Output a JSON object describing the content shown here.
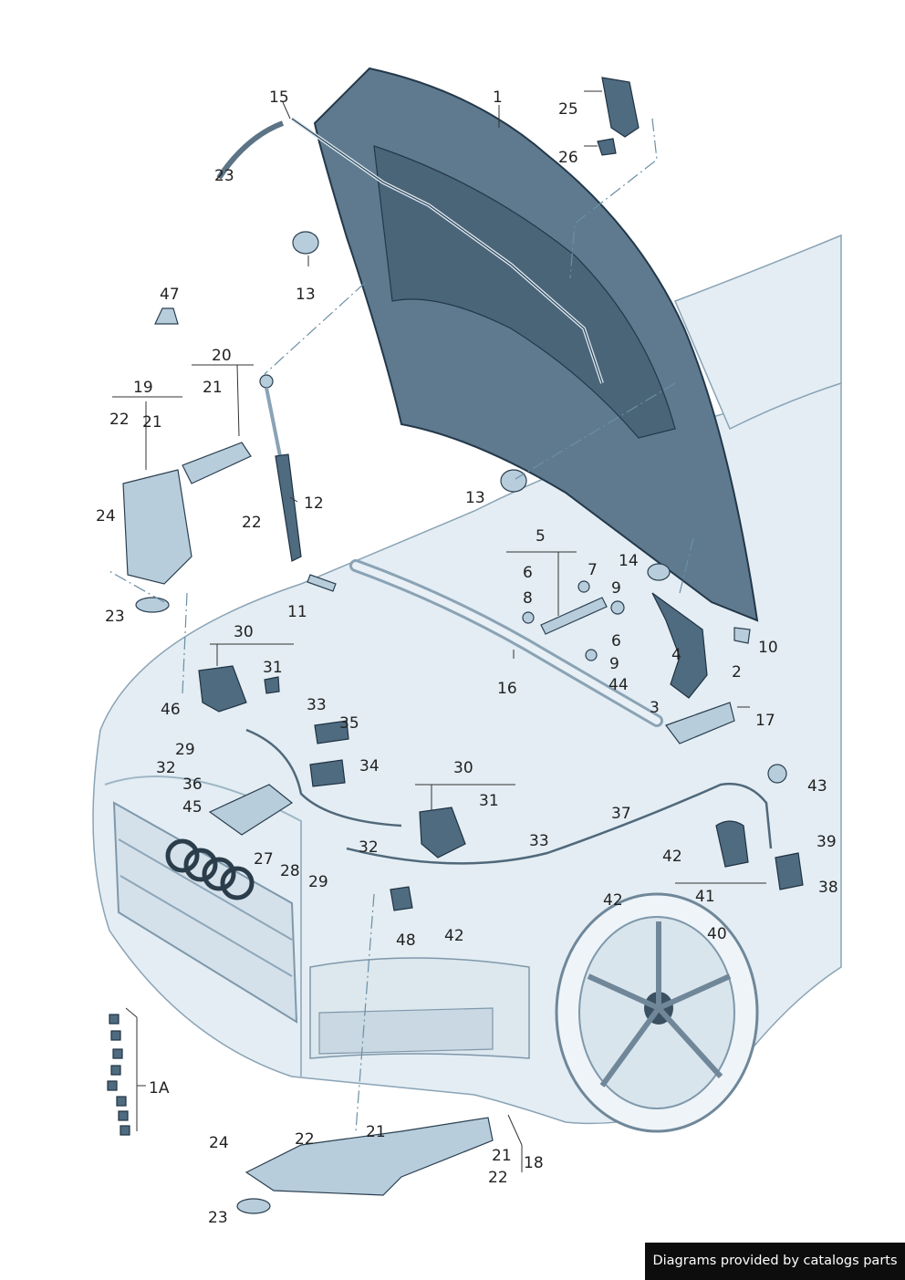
{
  "footer": {
    "credit": "Diagrams provided by catalogs parts"
  },
  "labels": {
    "l1": "1",
    "l1A": "1A",
    "l2": "2",
    "l3": "3",
    "l4": "4",
    "l5": "5",
    "l6a": "6",
    "l6b": "6",
    "l7": "7",
    "l8": "8",
    "l9a": "9",
    "l9b": "9",
    "l10": "10",
    "l11": "11",
    "l12": "12",
    "l13a": "13",
    "l13b": "13",
    "l14": "14",
    "l15": "15",
    "l16": "16",
    "l17": "17",
    "l18": "18",
    "l19": "19",
    "l20": "20",
    "l21a": "21",
    "l21b": "21",
    "l21c": "21",
    "l21d": "21",
    "l22a": "22",
    "l22b": "22",
    "l22c": "22",
    "l22d": "22",
    "l23a": "23",
    "l23b": "23",
    "l24a": "24",
    "l24b": "24",
    "l25": "25",
    "l26": "26",
    "l27": "27",
    "l28": "28",
    "l29a": "29",
    "l29b": "29",
    "l30a": "30",
    "l30b": "30",
    "l31a": "31",
    "l31b": "31",
    "l32a": "32",
    "l32b": "32",
    "l33a": "33",
    "l33b": "33",
    "l34": "34",
    "l35": "35",
    "l36": "36",
    "l37": "37",
    "l38": "38",
    "l39": "39",
    "l40": "40",
    "l41": "41",
    "l42a": "42",
    "l42b": "42",
    "l42c": "42",
    "l43": "43",
    "l44": "44",
    "l45": "45",
    "l46": "46",
    "l47": "47",
    "l48": "48"
  }
}
